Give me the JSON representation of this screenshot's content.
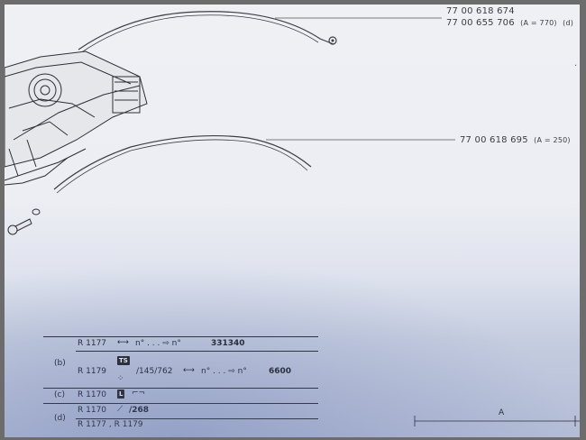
{
  "references": {
    "top_part_a": "77 00 618 674",
    "top_part_b": "77 00 655 706",
    "top_note": "(A = 770)",
    "top_code": "(d)",
    "mid_part": "77 00 618 695",
    "mid_note": "(A = 250)"
  },
  "table": {
    "row_b1": {
      "model": "R 1177",
      "text": "n° . . . ⇨ n°",
      "value": "331340"
    },
    "row_b2": {
      "model": "R 1179",
      "badge": "TS",
      "spec": "/145/762",
      "text": "n° . . . ⇨ n°",
      "value": "6600"
    },
    "row_b_label": "(b)",
    "row_c": {
      "label": "(c)",
      "model": "R 1170",
      "badge": "L"
    },
    "row_d": {
      "label": "(d)",
      "model": "R 1170",
      "spec": "/268",
      "model2": "R 1177 , R 1179"
    }
  },
  "dimension": {
    "label": "A"
  }
}
